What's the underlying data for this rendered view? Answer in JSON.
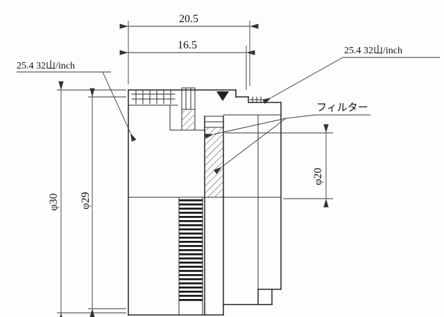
{
  "drawing": {
    "title": "filter-adapter-section-drawing",
    "dim_width_outer": "20.5",
    "dim_width_inner": "16.5",
    "thread_left": "25.4 32山/inch",
    "thread_right": "25.4 32山/inch",
    "filter_label": "フィルター",
    "dia_outer": "φ30",
    "dia_mid": "φ29",
    "dia_bore": "φ20"
  },
  "colors": {
    "line": "#222222",
    "dimension_line": "#333333",
    "background": "#fdfdfd",
    "text": "#111111"
  }
}
